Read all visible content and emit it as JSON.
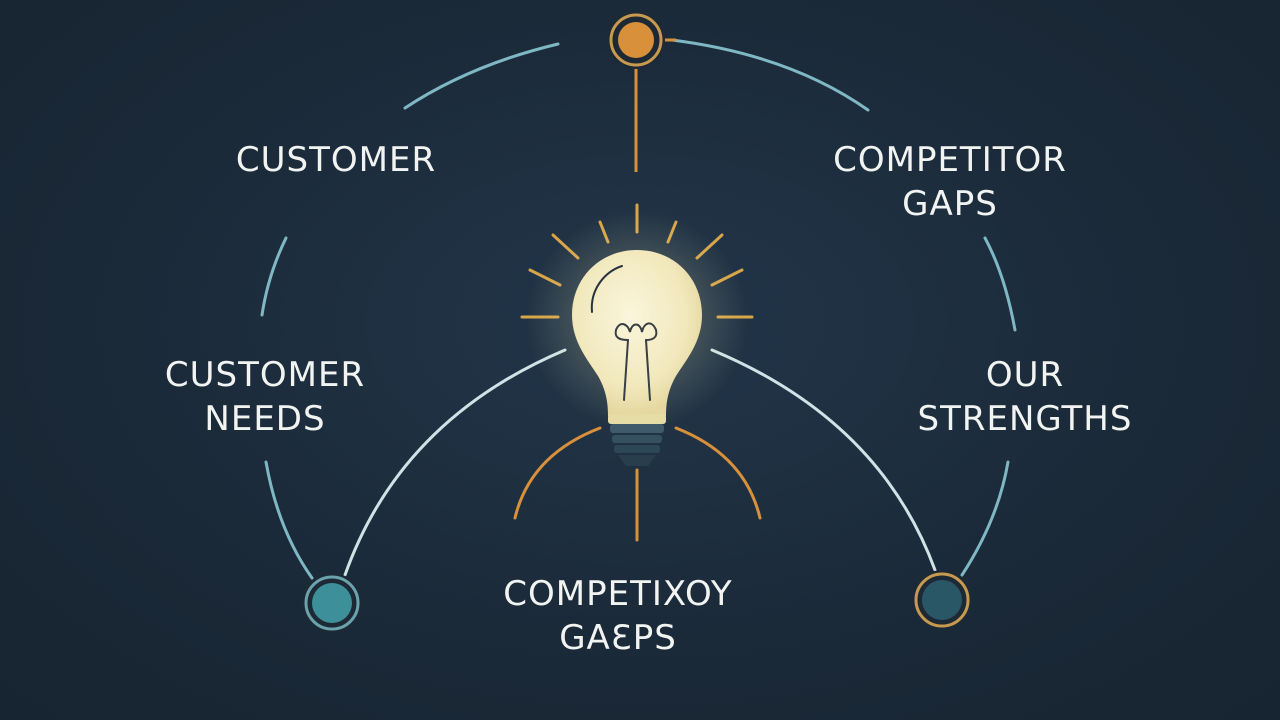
{
  "labels": {
    "customer": "CUSTOMER",
    "customer_needs_line1": "CUSTOMER",
    "customer_needs_line2": "NEEDS",
    "competitor_gaps_line1": "COMPETITOR",
    "competitor_gaps_line2": "GAPS",
    "our_strengths_line1": "OUR",
    "our_strengths_line2": "STRENGTHS",
    "bottom_line1": "COMPETIXOY",
    "bottom_line2": "GAƐPS"
  },
  "colors": {
    "background": "#1c2b3a",
    "arc_line": "#7fb8c4",
    "accent_orange": "#d8913a",
    "node_teal": "#3d8f99",
    "node_dark_teal": "#2a5766",
    "bulb_glow": "#f3ecc4",
    "text": "#f2f4f2"
  },
  "icons": {
    "center": "lightbulb-icon",
    "nodes": [
      "node-top-orange",
      "node-bottom-left-teal",
      "node-bottom-right-teal"
    ]
  }
}
